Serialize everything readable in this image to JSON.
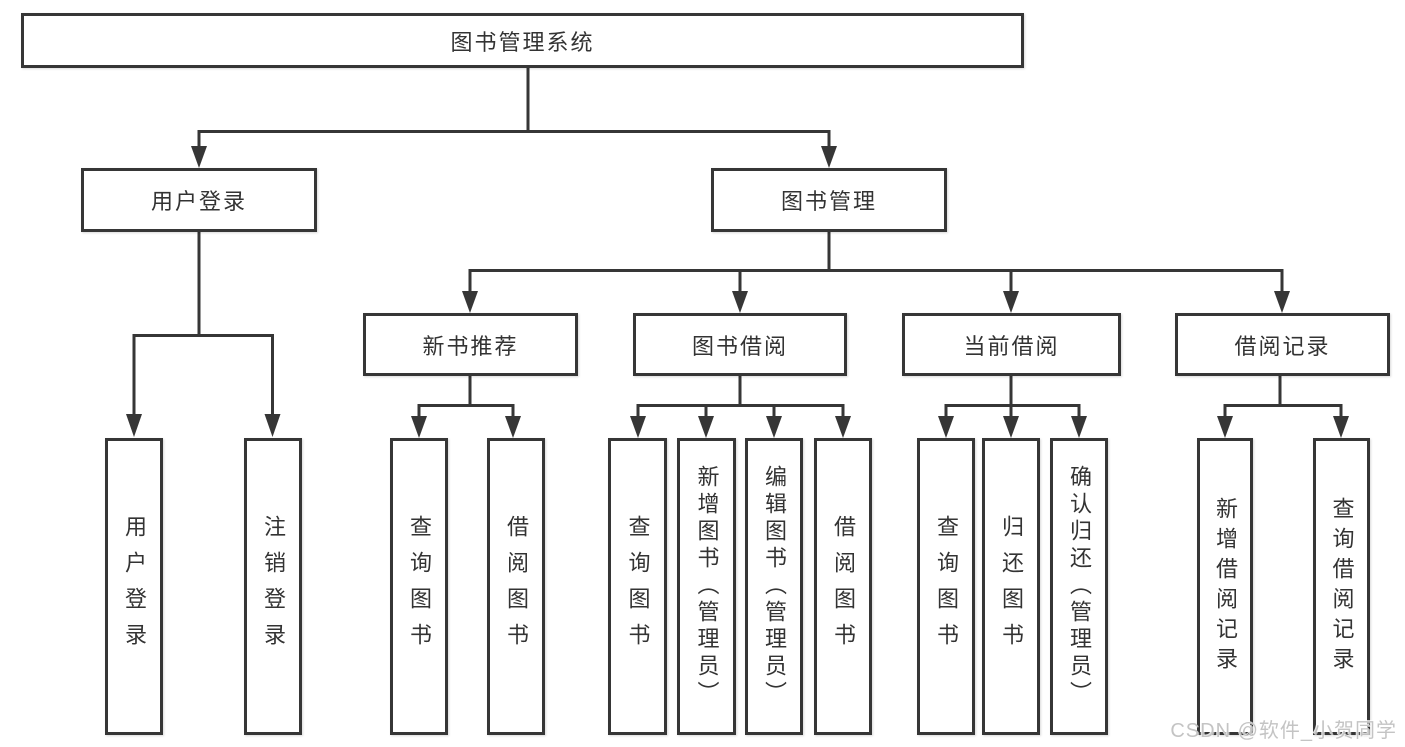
{
  "diagram": {
    "root": {
      "label": "图书管理系统"
    },
    "branches": [
      {
        "label": "用户登录",
        "children": [
          {
            "label": "用户登录"
          },
          {
            "label": "注销登录"
          }
        ]
      },
      {
        "label": "图书管理",
        "children": [
          {
            "label": "新书推荐",
            "children": [
              {
                "label": "查询图书"
              },
              {
                "label": "借阅图书"
              }
            ]
          },
          {
            "label": "图书借阅",
            "children": [
              {
                "label": "查询图书"
              },
              {
                "label": "新增图书（管理员）"
              },
              {
                "label": "编辑图书（管理员）"
              },
              {
                "label": "借阅图书"
              }
            ]
          },
          {
            "label": "当前借阅",
            "children": [
              {
                "label": "查询图书"
              },
              {
                "label": "归还图书"
              },
              {
                "label": "确认归还（管理员）"
              }
            ]
          },
          {
            "label": "借阅记录",
            "children": [
              {
                "label": "新增借阅记录"
              },
              {
                "label": "查询借阅记录"
              }
            ]
          }
        ]
      }
    ],
    "watermark": "CSDN @软件_小贺同学",
    "colors": {
      "line": "#363636",
      "text": "#333333",
      "watermark": "#c4c4c4",
      "background": "#ffffff"
    }
  }
}
